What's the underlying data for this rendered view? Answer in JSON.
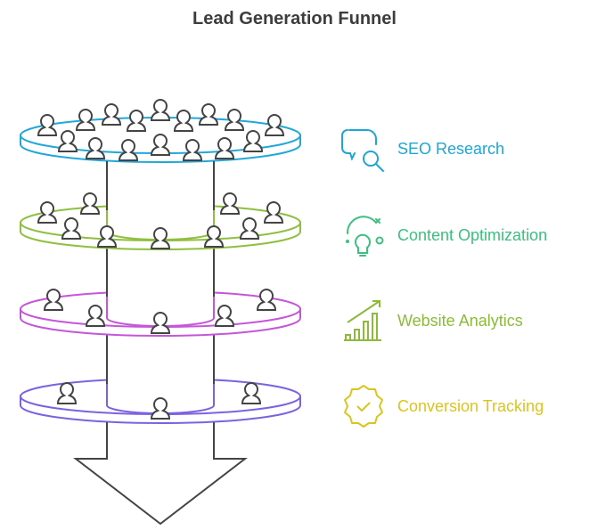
{
  "title": "Lead Generation Funnel",
  "stages": [
    {
      "label": "SEO Research",
      "icon": "speech-search-icon",
      "color": "#1fa5d6",
      "disc_color": "#22a8d8"
    },
    {
      "label": "Content Optimization",
      "icon": "lightbulb-icon",
      "color": "#3cbf7f",
      "disc_color": "#8fbf3f"
    },
    {
      "label": "Website Analytics",
      "icon": "bar-chart-growth-icon",
      "color": "#8cbb3a",
      "disc_color": "#c357d8"
    },
    {
      "label": "Conversion Tracking",
      "icon": "check-badge-icon",
      "color": "#dcc41e",
      "disc_color": "#7b62e0"
    }
  ]
}
